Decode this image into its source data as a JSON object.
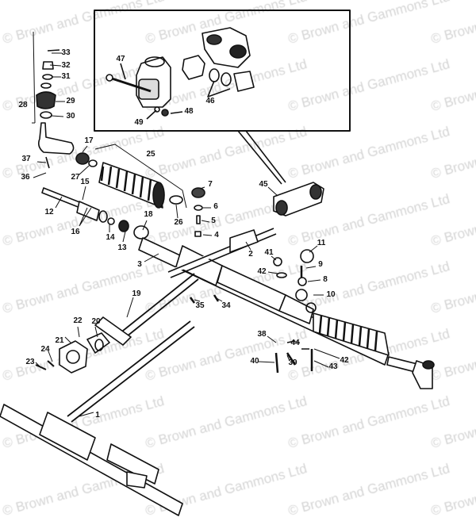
{
  "watermark": "© Brown and Gammons Ltd",
  "part_numbers": [
    "33",
    "32",
    "31",
    "29",
    "28",
    "30",
    "17",
    "37",
    "36",
    "27",
    "25",
    "15",
    "12",
    "16",
    "14",
    "13",
    "18",
    "7",
    "6",
    "5",
    "4",
    "26",
    "45",
    "11",
    "9",
    "8",
    "10",
    "41",
    "42",
    "2",
    "3",
    "19",
    "35",
    "34",
    "21",
    "22",
    "20",
    "24",
    "23",
    "38",
    "44",
    "42",
    "40",
    "39",
    "43",
    "1",
    "47",
    "46",
    "49",
    "48"
  ]
}
